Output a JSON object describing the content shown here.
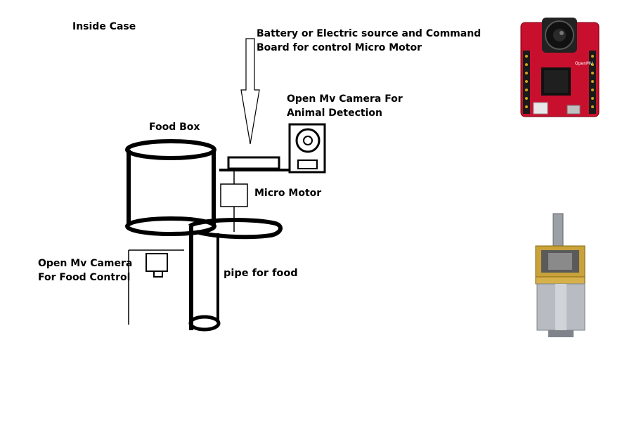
{
  "labels": {
    "inside_case": "Inside Case",
    "battery_line1": "Battery or Electric source and Command",
    "battery_line2": "Board for control Micro Motor",
    "camera_detect_line1": "Open Mv Camera For",
    "camera_detect_line2": "Animal Detection",
    "food_box": "Food Box",
    "micro_motor": "Micro Motor",
    "camera_food_line1": "Open Mv Camera",
    "camera_food_line2": "For Food Control",
    "pipe": "pipe for food"
  },
  "photos": {
    "camera_board_brand": "OpenMV"
  },
  "colors": {
    "ink": "#000000",
    "board_red": "#c8102e",
    "gold": "#c9a23a",
    "steel": "#b8bcc2"
  }
}
